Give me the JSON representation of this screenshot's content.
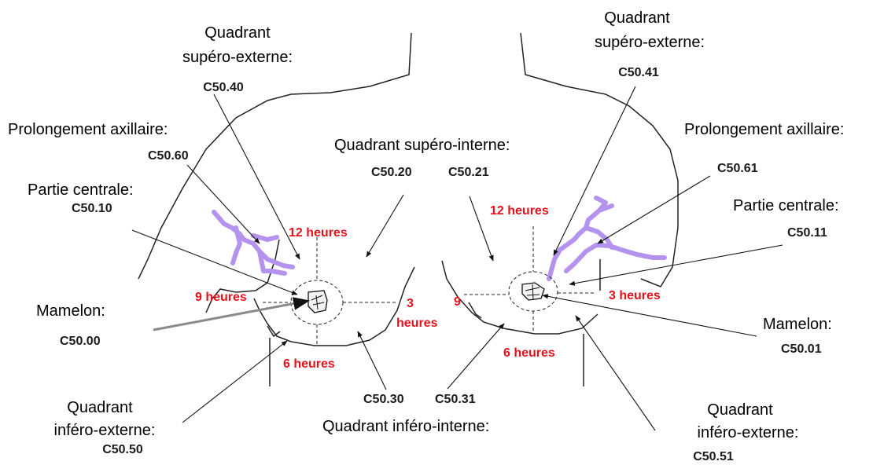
{
  "colors": {
    "clock_label": "#e8111b",
    "lymph_duct": "#b493ee",
    "text": "#000000",
    "outline": "#222222"
  },
  "left": {
    "sup_ext_title": "Quadrant",
    "sup_ext_sub": "supéro-externe:",
    "sup_ext_code": "C50.40",
    "axillary_title": "Prolongement axillaire:",
    "axillary_code": "C50.60",
    "central_title": "Partie centrale:",
    "central_code": "C50.10",
    "nipple_title": "Mamelon:",
    "nipple_code": "C50.00",
    "sup_int_code": "C50.20",
    "inf_int_code": "C50.30",
    "inf_ext_title": "Quadrant",
    "inf_ext_sub": "inféro-externe:",
    "inf_ext_code": "C50.50",
    "h12": "12 heures",
    "h9": "9 heures",
    "h3_a": "3",
    "h3_b": "heures",
    "h6": "6 heures"
  },
  "right": {
    "sup_ext_title": "Quadrant",
    "sup_ext_sub": "supéro-externe:",
    "sup_ext_code": "C50.41",
    "axillary_title": "Prolongement axillaire:",
    "axillary_code": "C50.61",
    "central_title": "Partie centrale:",
    "central_code": "C50.11",
    "nipple_title": "Mamelon:",
    "nipple_code": "C50.01",
    "sup_int_code": "C50.21",
    "inf_int_code": "C50.31",
    "inf_ext_title": "Quadrant",
    "inf_ext_sub": "inféro-externe:",
    "inf_ext_code": "C50.51",
    "h12": "12 heures",
    "h9": "9",
    "h3": "3 heures",
    "h6": "6 heures"
  },
  "shared": {
    "sup_int_title": "Quadrant supéro-interne:",
    "inf_int_title": "Quadrant inféro-interne:"
  }
}
